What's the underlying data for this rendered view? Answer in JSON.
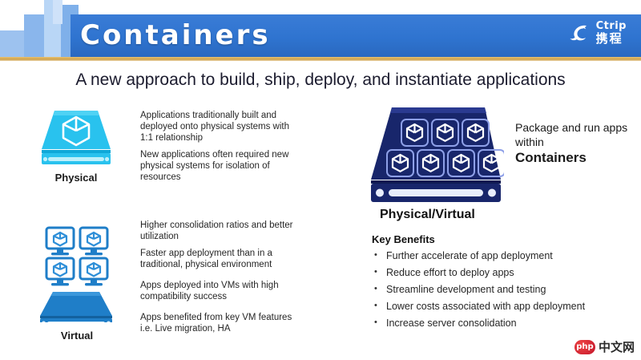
{
  "header": {
    "title": "Containers",
    "logo": {
      "icon": "ctrip-dolphin-icon",
      "en": "Ctrip",
      "cn": "携程"
    }
  },
  "subtitle": "A new approach to build, ship, deploy, and instantiate applications",
  "left_column": {
    "physical": {
      "icon": "physical-server-icon",
      "label": "Physical",
      "paragraphs": [
        "Applications traditionally built and deployed onto physical systems with 1:1 relationship",
        "New applications often required new physical systems for isolation of resources"
      ]
    },
    "virtual": {
      "icon": "virtual-machines-icon",
      "label": "Virtual",
      "paragraphs": [
        "Higher consolidation ratios and better utilization",
        "Faster app deployment than in a traditional, physical environment",
        "Apps deployed into VMs with high compatibility success",
        "Apps benefited from key VM features i.e. Live migration, HA"
      ]
    }
  },
  "right_column": {
    "icon": "container-server-icon",
    "caption": "Physical/Virtual",
    "package_text": "Package and run apps within",
    "package_strong": "Containers",
    "key_benefits_title": "Key Benefits",
    "key_benefits": [
      "Further accelerate of app deployment",
      "Reduce effort to deploy apps",
      "Streamline development and testing",
      "Lower costs associated with app deployment",
      "Increase server consolidation"
    ]
  },
  "watermark": {
    "badge": "php",
    "text": "中文网"
  },
  "colors": {
    "header_blue": "#2f74d0",
    "gold_rule": "#cfa049",
    "physical_cyan": "#29c2ee",
    "virtual_blue": "#1f7ec8",
    "container_navy": "#18266b",
    "watermark_red": "#c2152a"
  }
}
